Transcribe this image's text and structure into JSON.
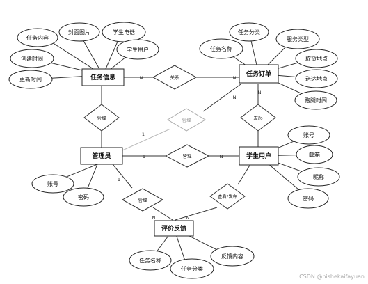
{
  "entities": {
    "task_info": "任务信息",
    "task_order": "任务订单",
    "admin": "管理员",
    "student": "学生用户",
    "feedback": "评价反馈"
  },
  "relations": {
    "r_task_order": "关系",
    "r_admin_task": "管理",
    "r_admin_order": "管理",
    "r_order_student": "发起",
    "r_admin_student": "管理",
    "r_admin_feedback": "管理",
    "r_student_feedback": "查看/发布"
  },
  "attributes": {
    "task_info": [
      "任务内容",
      "封面图片",
      "学生电话",
      "学生用户",
      "创建时间",
      "更新时间"
    ],
    "task_order": [
      "任务名称",
      "任务分类",
      "服务类型",
      "取货地点",
      "送达地点",
      "跑腿时间"
    ],
    "admin": [
      "账号",
      "密码"
    ],
    "student": [
      "账号",
      "邮箱",
      "昵称",
      "密码"
    ],
    "feedback": [
      "任务名称",
      "任务分类",
      "反馈内容"
    ]
  },
  "cardinalities": {
    "info_n": "N",
    "order_n1": "N",
    "order_n2": "N",
    "order_n3": "N",
    "admin_1a": "1",
    "admin_1b": "1",
    "admin_1c": "1",
    "student_n": "N",
    "fb_n1": "N",
    "fb_n2": "N"
  },
  "watermark": "CSDN @bishekaifayuan"
}
